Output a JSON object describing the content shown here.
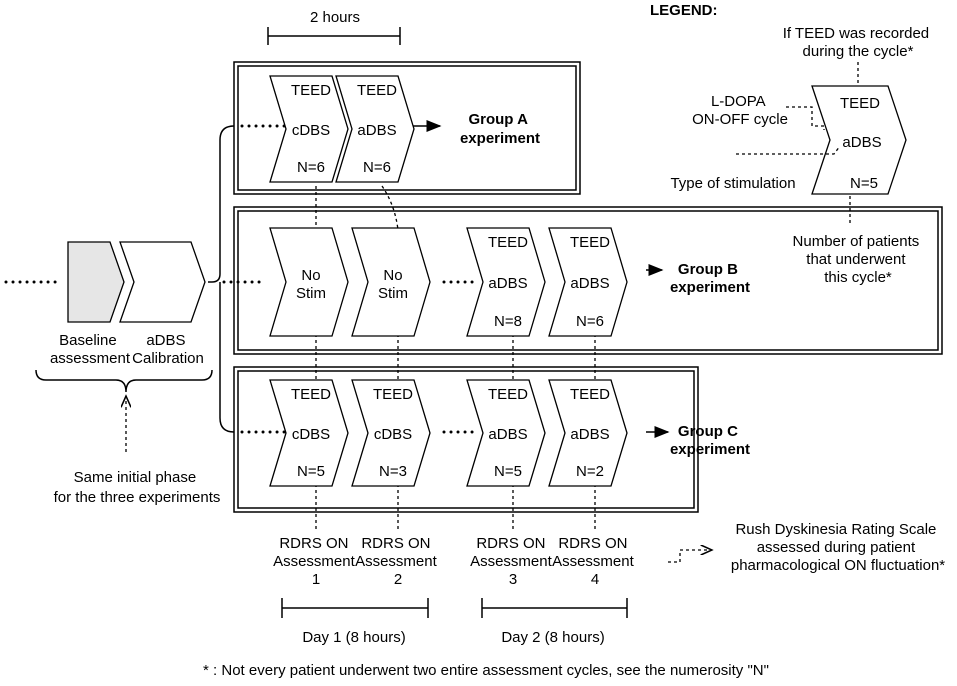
{
  "legend": {
    "title": "LEGEND:",
    "teed_note": [
      "If TEED was recorded",
      "during the cycle*"
    ],
    "ldopa_note": [
      "L-DOPA",
      "ON-OFF cycle"
    ],
    "stim_note": "Type of stimulation",
    "patients_note": [
      "Number of patients",
      "that underwent",
      "this cycle*"
    ],
    "example_chevron": {
      "top": "TEED",
      "mid": "aDBS",
      "bottom": "N=5"
    }
  },
  "timing": {
    "two_hours": "2 hours",
    "day1": "Day 1 (8 hours)",
    "day2": "Day 2 (8 hours)"
  },
  "initial_phase": {
    "baseline": [
      "Baseline",
      "assessment"
    ],
    "calibration": [
      "aDBS",
      "Calibration"
    ],
    "note": [
      "Same initial phase",
      "for the three experiments"
    ]
  },
  "groups": [
    {
      "label": [
        "Group A",
        "experiment"
      ],
      "chevrons": [
        {
          "top": "TEED",
          "mid": "cDBS",
          "bottom": "N=6"
        },
        {
          "top": "TEED",
          "mid": "aDBS",
          "bottom": "N=6"
        }
      ]
    },
    {
      "label": [
        "Group B",
        "experiment"
      ],
      "chevrons": [
        {
          "top": "",
          "mid": "No",
          "mid2": "Stim",
          "bottom": ""
        },
        {
          "top": "",
          "mid": "No",
          "mid2": "Stim",
          "bottom": ""
        },
        {
          "top": "TEED",
          "mid": "aDBS",
          "bottom": "N=8"
        },
        {
          "top": "TEED",
          "mid": "aDBS",
          "bottom": "N=6"
        }
      ]
    },
    {
      "label": [
        "Group C",
        "experiment"
      ],
      "chevrons": [
        {
          "top": "TEED",
          "mid": "cDBS",
          "bottom": "N=5"
        },
        {
          "top": "TEED",
          "mid": "cDBS",
          "bottom": "N=3"
        },
        {
          "top": "TEED",
          "mid": "aDBS",
          "bottom": "N=5"
        },
        {
          "top": "TEED",
          "mid": "aDBS",
          "bottom": "N=2"
        }
      ]
    }
  ],
  "assessments": [
    [
      "RDRS ON",
      "Assessment",
      "1"
    ],
    [
      "RDRS ON",
      "Assessment",
      "2"
    ],
    [
      "RDRS ON",
      "Assessment",
      "3"
    ],
    [
      "RDRS ON",
      "Assessment",
      "4"
    ]
  ],
  "rdrs_note": [
    "Rush Dyskinesia Rating Scale",
    "assessed during patient",
    "pharmacological ON fluctuation*"
  ],
  "footnote": "* : Not every patient underwent two entire assessment cycles, see the numerosity \"N\""
}
